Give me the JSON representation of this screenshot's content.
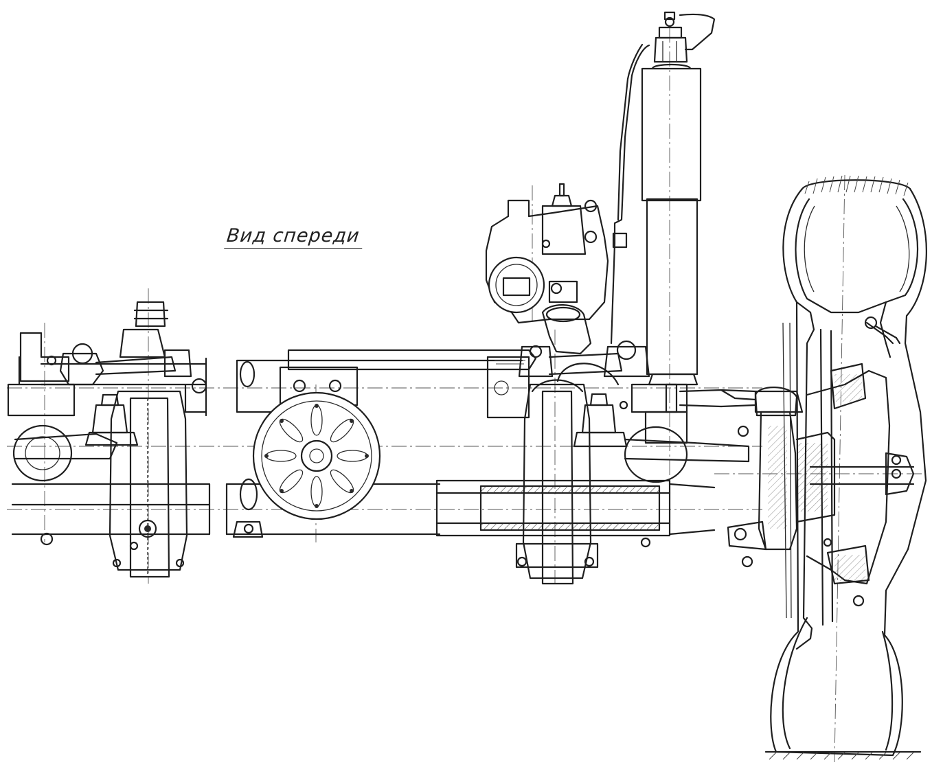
{
  "drawing": {
    "caption": "Вид спереди"
  },
  "icons": [
    "suspension-assembly-drawing",
    "tire-section",
    "shock-absorber",
    "steering-box",
    "tie-rod",
    "brake-drum"
  ]
}
